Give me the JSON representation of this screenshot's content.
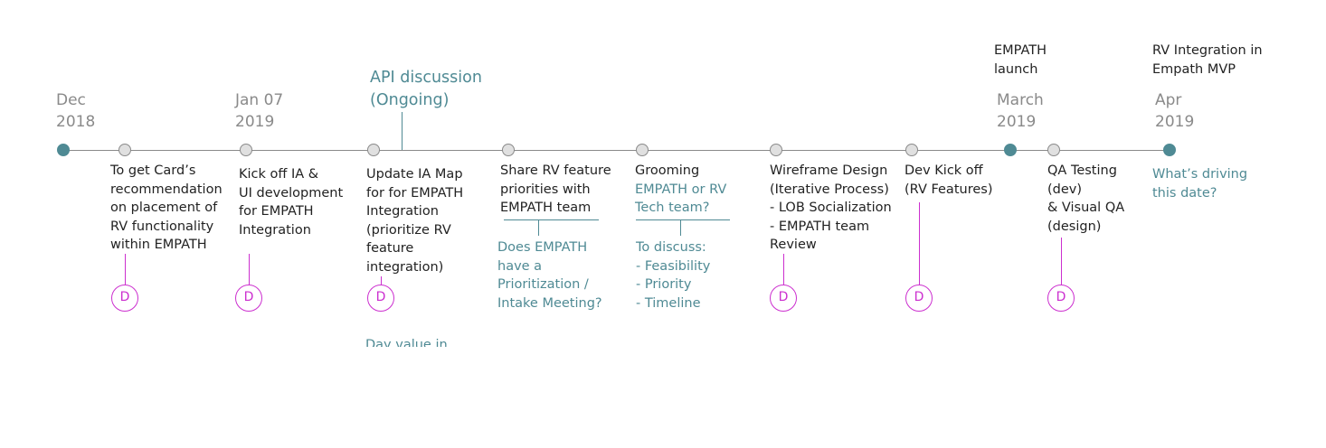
{
  "colors": {
    "accent": "#4f8a94",
    "design_badge": "#cc2fcf",
    "axis": "#8a8a8a"
  },
  "dates": {
    "dec": [
      "Dec",
      "2018"
    ],
    "jan": [
      "Jan 07",
      "2019"
    ],
    "march": [
      "March",
      "2019"
    ],
    "apr": [
      "Apr",
      "2019"
    ]
  },
  "top_labels": {
    "api": [
      "API discussion",
      "(Ongoing)"
    ],
    "empath_launch": [
      "EMPATH",
      "launch"
    ],
    "rv_integration": [
      "RV Integration in",
      "Empath MVP"
    ]
  },
  "milestones": {
    "m1": [
      "To get Card’s",
      "recommendation",
      "on placement of",
      "RV functionality",
      "within EMPATH"
    ],
    "m2": [
      "Kick off IA &",
      "UI development",
      "for EMPATH",
      "Integration"
    ],
    "m3": [
      "Update IA Map",
      "for for EMPATH",
      "Integration",
      "(prioritize RV",
      "feature",
      "integration)"
    ],
    "m4": [
      "Share RV feature",
      "priorities with",
      "EMPATH team"
    ],
    "m4_note": [
      "Does EMPATH",
      "have a",
      "Prioritization /",
      "Intake Meeting?"
    ],
    "m5_title": "Grooming",
    "m5_teal": [
      "EMPATH or RV",
      "Tech team?"
    ],
    "m5_note": [
      "To discuss:",
      "- Feasibility",
      "- Priority",
      "- Timeline"
    ],
    "m6": [
      "Wireframe Design",
      "(Iterative Process)",
      "- LOB Socialization",
      "- EMPATH team",
      "Review"
    ],
    "m7": [
      "Dev Kick off",
      "(RV Features)"
    ],
    "m8": [
      "QA Testing",
      "(dev)",
      "& Visual QA",
      "(design)"
    ],
    "m9": [
      "What’s driving",
      "this date?"
    ],
    "m3_cut": "Day value in"
  },
  "badge_letter": "D"
}
